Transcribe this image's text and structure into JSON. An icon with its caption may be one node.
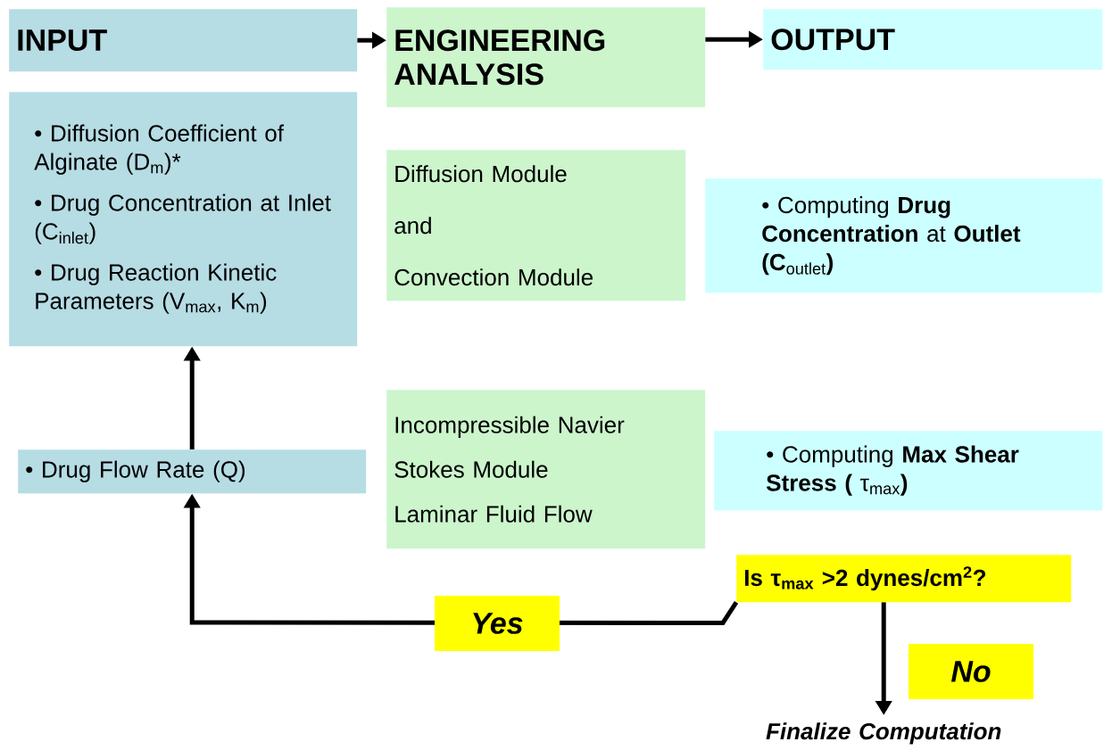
{
  "diagram": {
    "nodes": [
      {
        "text": [
          "INPUT"
        ]
      },
      {
        "text": [
          "ENGINEERING ANALYSIS"
        ]
      },
      {
        "text": [
          "OUTPUT"
        ]
      },
      {
        "text": [
          "• Diffusion Coefficient of Alginate (D$_{m}$)*",
          "• Drug Concentration at Inlet (C$_{inlet}$)",
          "• Drug Reaction Kinetic Parameters (V$_{max}$, K$_{m}$)"
        ]
      },
      {
        "text": [
          "Diffusion Module",
          "and",
          "Convection Module"
        ]
      },
      {
        "text": [
          "• Computing **Drug Concentration** at **Outlet (C**$_{outlet}$**)**"
        ]
      },
      {
        "text": [
          "• Drug Flow Rate (Q)"
        ]
      },
      {
        "text": [
          "Incompressible Navier",
          "Stokes Module",
          "Laminar Fluid Flow"
        ]
      },
      {
        "text": [
          "• Computing **Max Shear Stress (** τ$_{max}$**)**"
        ]
      },
      {
        "text": [
          "Is τ$_{max}$ >2 dynes/cm$^{2}$?"
        ]
      },
      {
        "text": [
          "Finalize Computation"
        ]
      }
    ],
    "edges": [
      {
        "from": 0,
        "to": 1,
        "arrow": "to"
      },
      {
        "from": 1,
        "to": 2,
        "arrow": "to"
      },
      {
        "from": 6,
        "to": 3,
        "arrow": "to"
      },
      {
        "from": 9,
        "to": 6,
        "arrow": "to",
        "label": "Yes"
      },
      {
        "from": 9,
        "to": 10,
        "arrow": "to",
        "label": "No"
      }
    ]
  }
}
